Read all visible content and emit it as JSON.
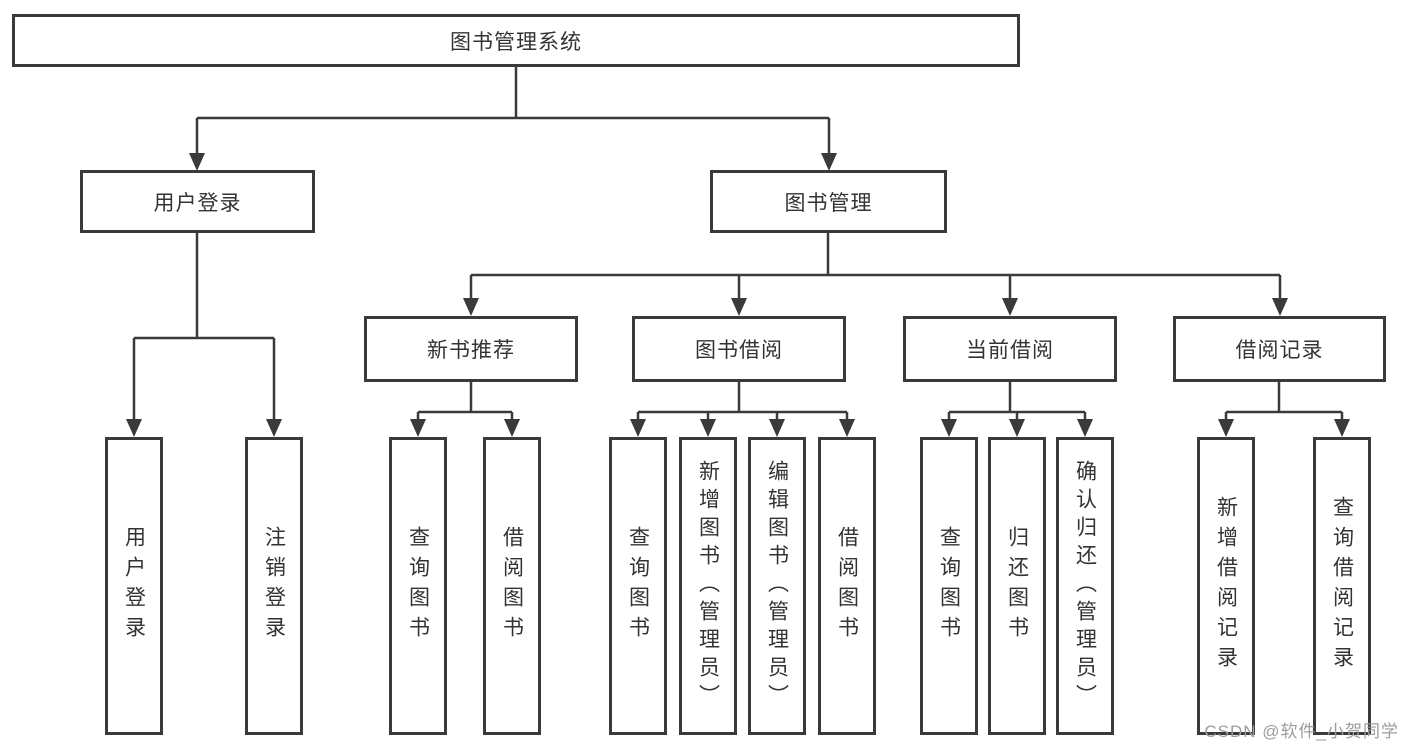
{
  "colors": {
    "line": "#3a3a3a",
    "text": "#333333",
    "watermark": "#9c9c9c",
    "background": "#ffffff"
  },
  "nodes": {
    "root": "图书管理系统",
    "user_login": "用户登录",
    "book_management": "图书管理",
    "new_book_recommend": "新书推荐",
    "book_borrow": "图书借阅",
    "current_borrow": "当前借阅",
    "borrow_record": "借阅记录",
    "leaf_user_login": "用户登录",
    "leaf_logout": "注销登录",
    "leaf_nb_query_book": "查询图书",
    "leaf_nb_borrow_book": "借阅图书",
    "leaf_bb_query_book": "查询图书",
    "leaf_bb_add_book": "新增图书（管理员）",
    "leaf_bb_edit_book": "编辑图书（管理员）",
    "leaf_bb_borrow_book": "借阅图书",
    "leaf_cb_query_book": "查询图书",
    "leaf_cb_return_book": "归还图书",
    "leaf_cb_confirm_return": "确认归还（管理员）",
    "leaf_br_add_record": "新增借阅记录",
    "leaf_br_query_record": "查询借阅记录"
  },
  "watermark": "CSDN @软件_小贺同学"
}
